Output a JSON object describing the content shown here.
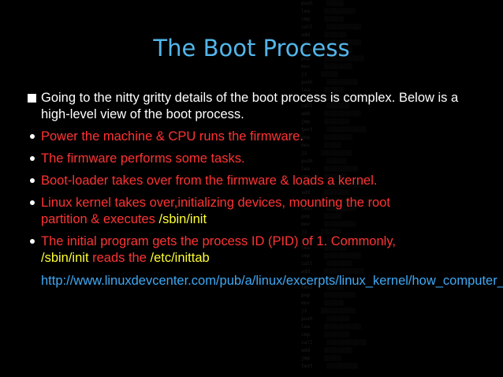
{
  "slide": {
    "title": "The Boot Process",
    "background_color": "#000000",
    "title_color": "#53b6ea",
    "colors": {
      "text": "#ffffff",
      "highlight_red": "#ff3333",
      "highlight_yellow": "#ffff33",
      "link": "#3fa9f5"
    },
    "bullets": [
      {
        "marker": "square-bullet-icon",
        "text": "Going to the nitty gritty details of the boot process is complex. Below is a high-level view of the boot process."
      },
      {
        "marker": "round-bullet-icon",
        "text": "Power the machine & CPU runs the firmware."
      },
      {
        "marker": "round-bullet-icon",
        "text": "The firmware performs some tasks."
      },
      {
        "marker": "round-bullet-icon",
        "text": "Boot-loader takes over from the firmware & loads a kernel."
      },
      {
        "marker": "round-bullet-icon",
        "line1": "Linux kernel takes over,initializing devices, mounting the root",
        "line2_prefix": "partition & executes ",
        "line2_highlight": "/sbin/init"
      },
      {
        "marker": "round-bullet-icon",
        "line1": "The initial program gets the process ID (PID) of 1. Commonly,",
        "line2_part1": "/sbin/init",
        "line2_part2": " reads the ",
        "line2_part3": "/etc/inittab"
      }
    ],
    "link": "http://www.linuxdevcenter.com/pub/a/linux/excerpts/linux_kernel/how_computer_boots.html"
  }
}
